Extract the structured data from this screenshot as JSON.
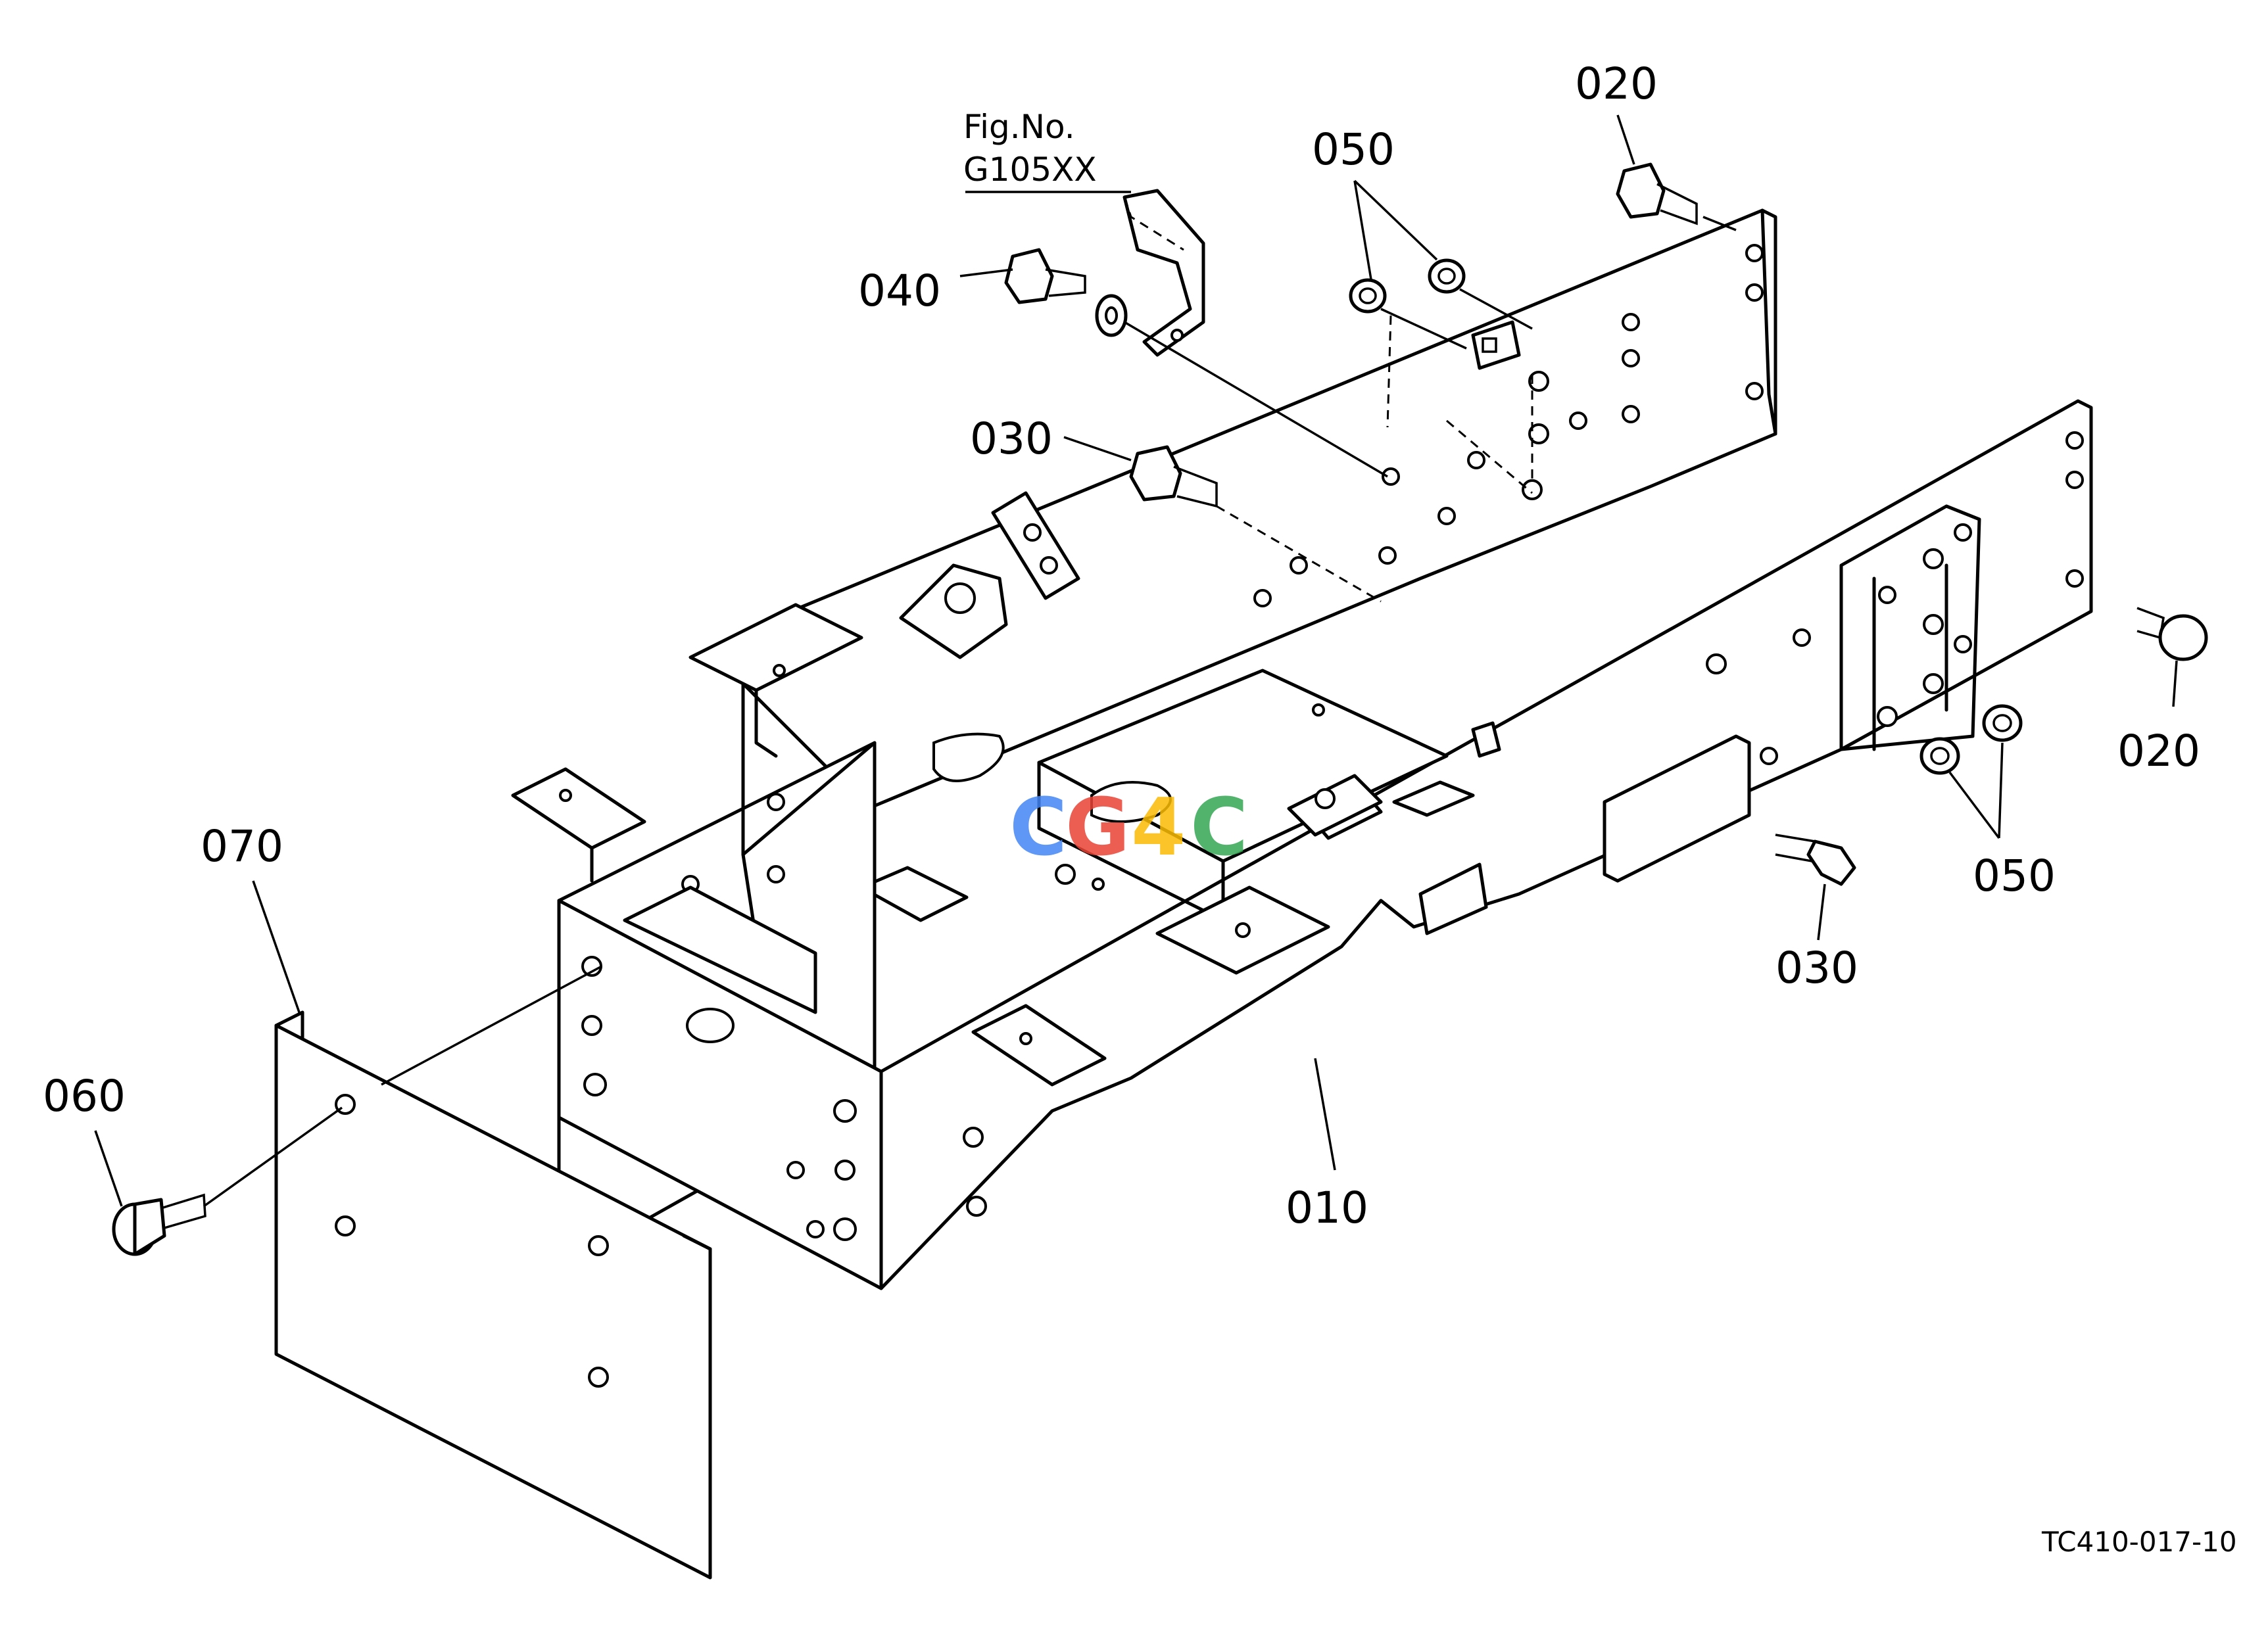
{
  "figure_reference": {
    "line1": "Fig.No.",
    "line2": "G105XX"
  },
  "callouts": {
    "c010": "010",
    "c020_top": "020",
    "c020_right": "020",
    "c030_top": "030",
    "c030_right": "030",
    "c040": "040",
    "c050_top": "050",
    "c050_right": "050",
    "c060": "060",
    "c070": "070"
  },
  "watermark": {
    "letters": [
      "C",
      "G",
      "4",
      "C"
    ],
    "colors": [
      "#4285F4",
      "#EA4335",
      "#FBBC05",
      "#34A853"
    ]
  },
  "drawing_code": "TC410-017-10"
}
